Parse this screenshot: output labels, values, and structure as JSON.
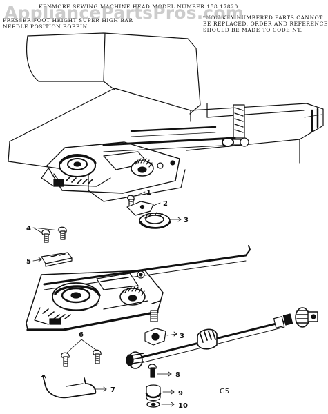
{
  "header": {
    "title": "KENMORE SEWING MACHINE HEAD MODEL NUMBER 158.17820",
    "left_line_1": "PRESSER FOOT HEIGHT SUPER HIGH BAR",
    "left_line_2": "NEEDLE POSITION BOBBIN",
    "right_line_1": "*NON KEY NUMBERED PARTS CANNOT",
    "right_line_2": "BE REPLACED. ORDER AND REFERENCE",
    "right_line_3": "SHOULD BE MADE TO CODE NT."
  },
  "watermark": "AppliancePartsPros.com",
  "callouts": [
    "1",
    "2",
    "3",
    "4",
    "5",
    "3",
    "6",
    "7",
    "8",
    "9",
    "10"
  ],
  "page_code": "G5"
}
